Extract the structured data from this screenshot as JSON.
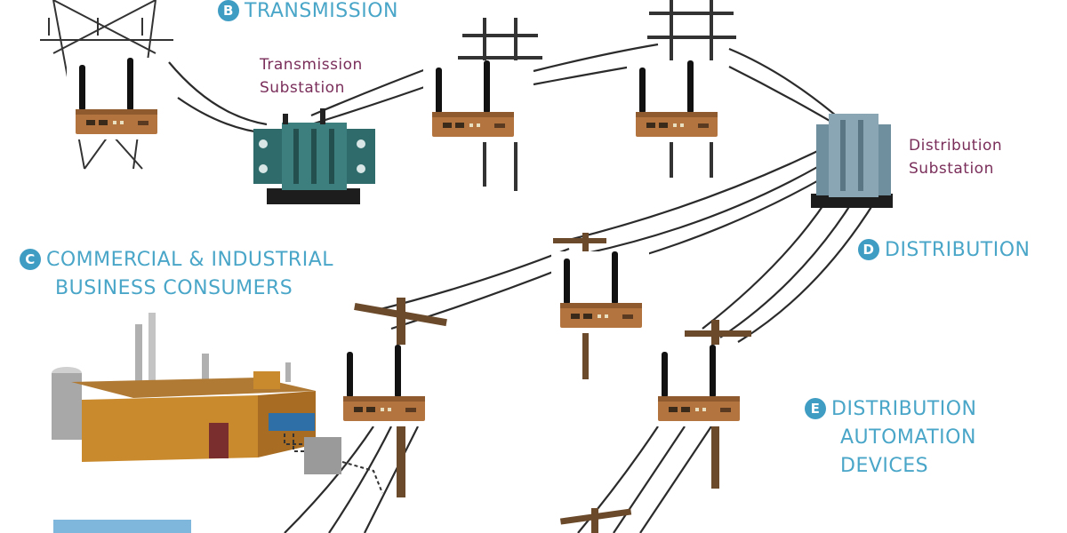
{
  "sections": {
    "transmission": {
      "badge": "B",
      "label": "TRANSMISSION"
    },
    "commercial": {
      "badge": "C",
      "line1": "COMMERCIAL & INDUSTRIAL",
      "line2": "BUSINESS CONSUMERS"
    },
    "distribution": {
      "badge": "D",
      "label": "DISTRIBUTION"
    },
    "automation": {
      "badge": "E",
      "line1": "DISTRIBUTION",
      "line2": "AUTOMATION",
      "line3": "DEVICES"
    }
  },
  "sites": {
    "transmission_substation": {
      "line1": "Transmission",
      "line2": "Substation"
    },
    "distribution_substation": {
      "line1": "Distribution",
      "line2": "Substation"
    }
  },
  "colors": {
    "section_text": "#4aa6c8",
    "badge": "#3f9cc3",
    "site_text": "#7a2e5a",
    "router_body": "#b3743f",
    "transformer": "#2f6b6b",
    "factory_wall": "#c98a2e"
  }
}
